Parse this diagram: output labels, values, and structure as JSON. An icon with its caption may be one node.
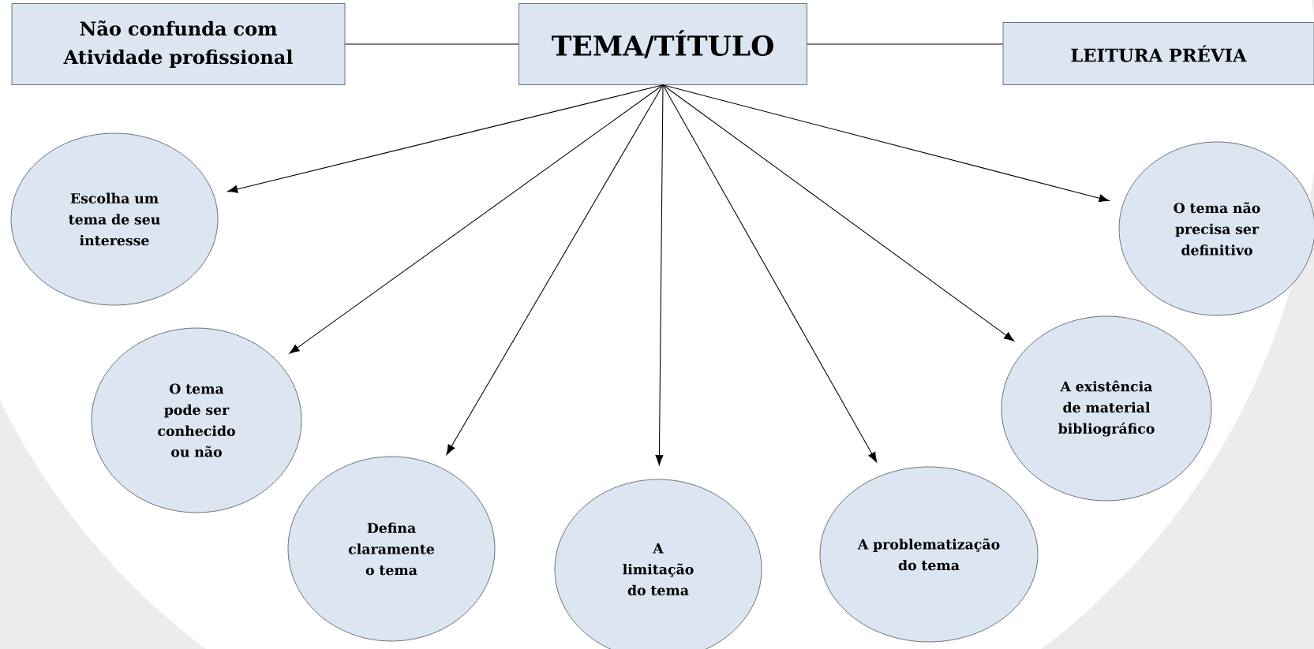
{
  "diagram": {
    "nodes": [
      {
        "text": [
          "Não confunda com Atividade profissional"
        ]
      },
      {
        "text": [
          "TEMA/TÍTULO"
        ]
      },
      {
        "text": [
          "LEITURA PRÉVIA"
        ]
      },
      {
        "text": [
          "Escolha um tema de seu interesse"
        ]
      },
      {
        "text": [
          "O tema pode ser conhecido ou não"
        ]
      },
      {
        "text": [
          "Defina claramente o tema"
        ]
      },
      {
        "text": [
          "A limitação do tema"
        ]
      },
      {
        "text": [
          "A problematização do tema"
        ]
      },
      {
        "text": [
          "A existência de material bibliográfico"
        ]
      },
      {
        "text": [
          "O tema não precisa ser definitivo"
        ]
      }
    ],
    "edges": [
      {
        "from": 0,
        "to": 1,
        "arrow": "none"
      },
      {
        "from": 1,
        "to": 2,
        "arrow": "none"
      },
      {
        "from": 1,
        "to": 3,
        "arrow": "to"
      },
      {
        "from": 1,
        "to": 4,
        "arrow": "to"
      },
      {
        "from": 1,
        "to": 5,
        "arrow": "to"
      },
      {
        "from": 1,
        "to": 6,
        "arrow": "to"
      },
      {
        "from": 1,
        "to": 7,
        "arrow": "to"
      },
      {
        "from": 1,
        "to": 8,
        "arrow": "to"
      },
      {
        "from": 1,
        "to": 9,
        "arrow": "to"
      }
    ]
  }
}
